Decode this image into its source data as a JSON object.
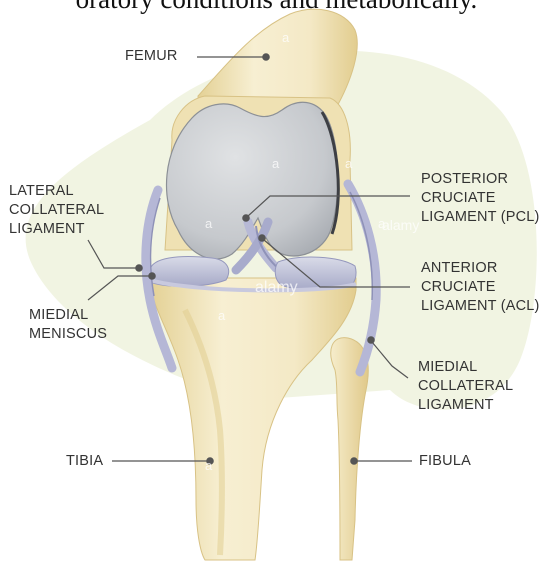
{
  "header": {
    "text": "oratory conditions and metabolically."
  },
  "labels": {
    "femur": "FEMUR",
    "lateral_collateral": [
      "LATERAL",
      "COLLATERAL",
      "LIGAMENT"
    ],
    "medial_meniscus": [
      "MIEDIAL",
      "MENISCUS"
    ],
    "tibia": "TIBIA",
    "pcl": [
      "POSTERIOR",
      "CRUCIATE",
      "LIGAMENT (PCL)"
    ],
    "acl": [
      "ANTERIOR",
      "CRUCIATE",
      "LIGAMENT (ACL)"
    ],
    "medial_collateral": [
      "MIEDIAL",
      "COLLATERAL",
      "LIGAMENT"
    ],
    "fibula": "FIBULA"
  },
  "watermarks": [
    "a",
    "a",
    "a",
    "a",
    "a",
    "alamy",
    "a",
    "alamy",
    "a",
    "a"
  ],
  "colors": {
    "bone": "#f3e8c2",
    "bone_shadow": "#e3cf93",
    "cartilage": "#c9ccd0",
    "cartilage_dark": "#9ea3aa",
    "ligament": "#b3b5d4",
    "background_blob": "#eef2dd",
    "leader_line": "#555555",
    "text": "#333333"
  }
}
